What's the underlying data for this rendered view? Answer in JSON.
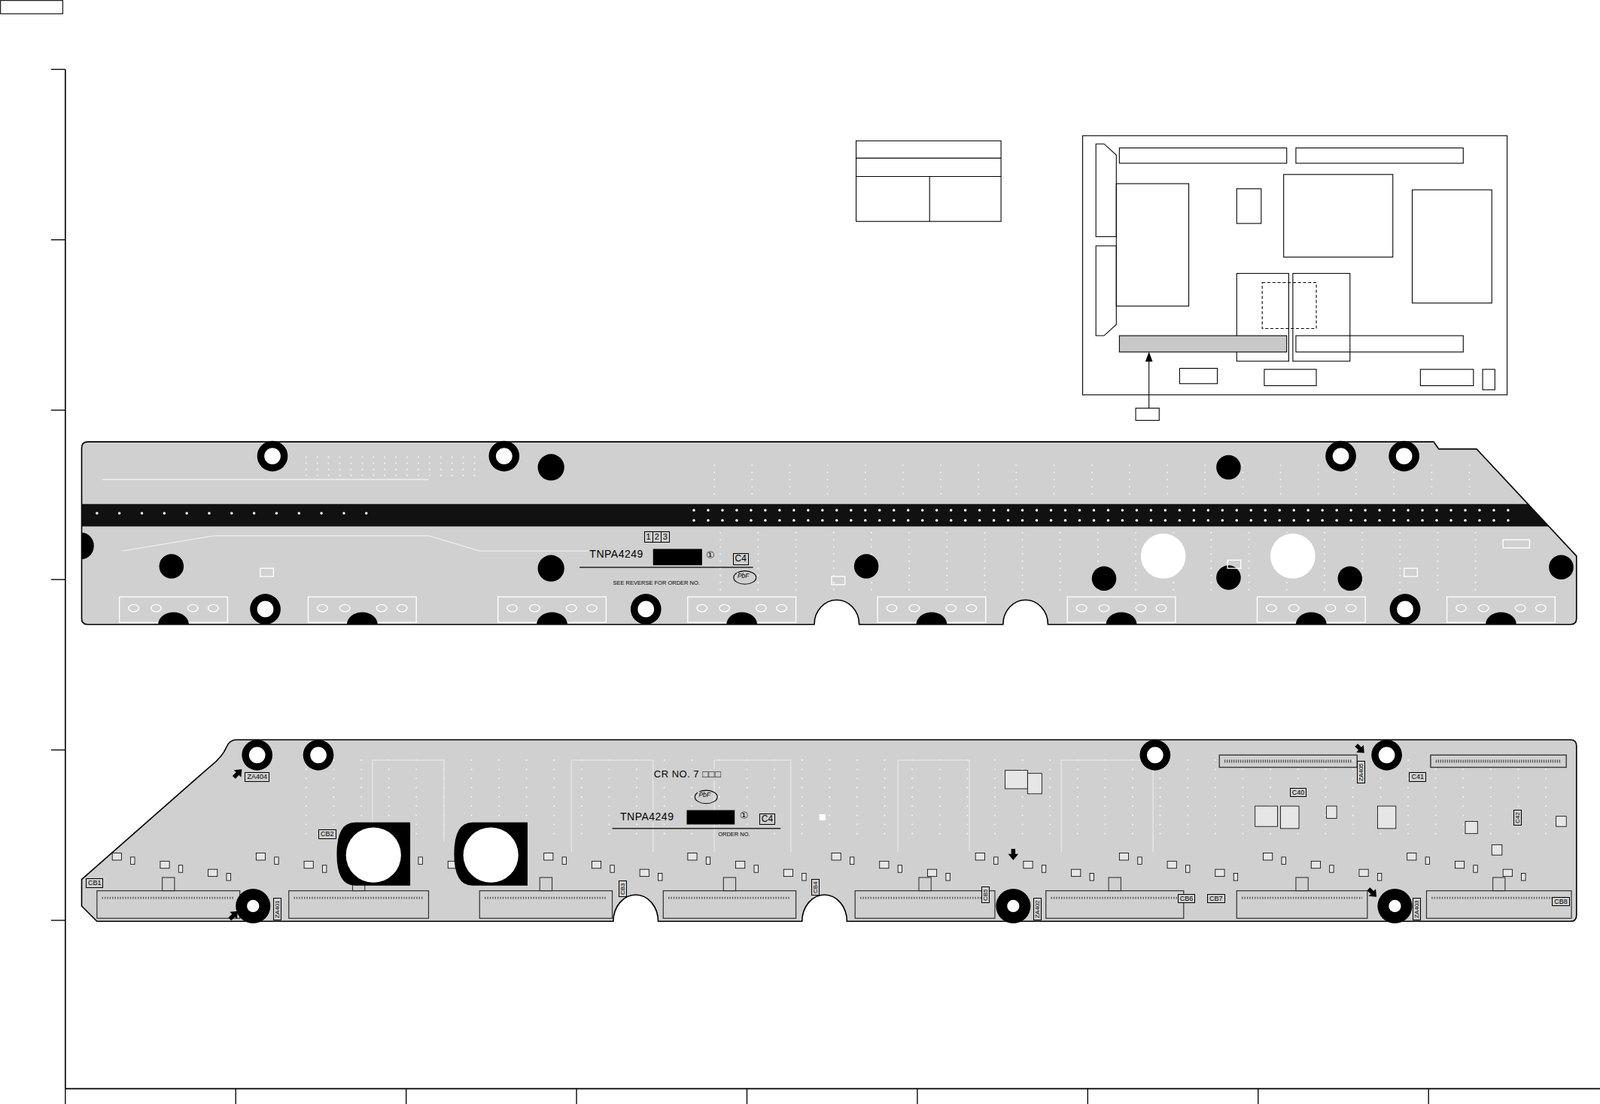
{
  "diagram": {
    "nodes": [
      {
        "text": [
          "1"
        ]
      },
      {
        "text": [
          "2"
        ]
      },
      {
        "text": [
          "3"
        ]
      },
      {
        "text": [
          "C4"
        ]
      },
      {
        "text": [
          "C4"
        ]
      },
      {
        "text": [
          "CB1"
        ]
      },
      {
        "text": [
          "CB2"
        ]
      },
      {
        "text": [
          "CB3"
        ]
      },
      {
        "text": [
          "CB4"
        ]
      },
      {
        "text": [
          "CB5"
        ]
      },
      {
        "text": [
          "CB6"
        ]
      },
      {
        "text": [
          "CB7"
        ]
      },
      {
        "text": [
          "CB8"
        ]
      },
      {
        "text": [
          "C40"
        ]
      },
      {
        "text": [
          "C41"
        ]
      },
      {
        "text": [
          "C42"
        ]
      },
      {
        "text": [
          "ZA404"
        ]
      },
      {
        "text": [
          "ZA401"
        ]
      },
      {
        "text": [
          "ZA402"
        ]
      },
      {
        "text": [
          "ZA405"
        ]
      },
      {
        "text": [
          "ZA403"
        ]
      }
    ],
    "edges": [],
    "labels": [
      "TNPA4249",
      "①",
      "SEE REVERSE FOR ORDER NO.",
      "PbF",
      "CR NO. 7 □□□",
      "PbF",
      "TNPA4249",
      "①",
      "ORDER NO."
    ]
  }
}
